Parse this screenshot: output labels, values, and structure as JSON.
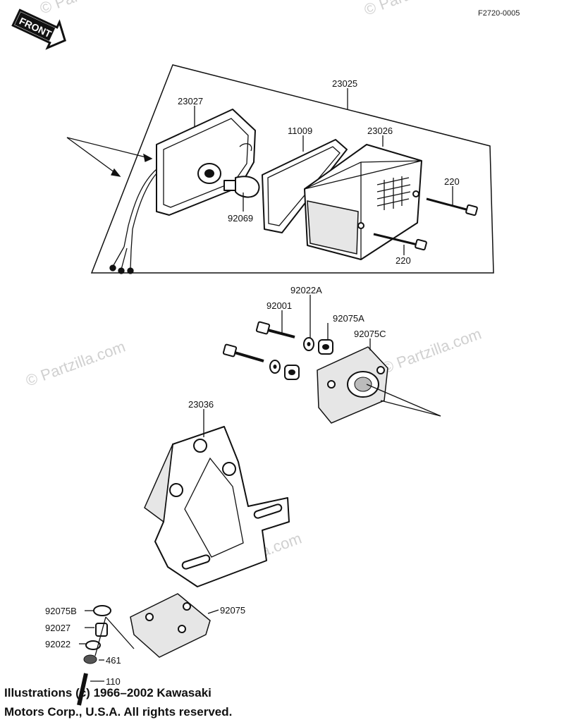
{
  "diagram_code": "F2720-0005",
  "front_badge": "FRONT",
  "watermarks": [
    "© Partzilla.com",
    "© Partzilla.com",
    "© Partzilla.com",
    "© Partzilla.com",
    "© Partzilla.com"
  ],
  "parts": [
    {
      "id": "p23027",
      "label": "23027"
    },
    {
      "id": "p23025",
      "label": "23025"
    },
    {
      "id": "p11009",
      "label": "11009"
    },
    {
      "id": "p23026",
      "label": "23026"
    },
    {
      "id": "p220a",
      "label": "220"
    },
    {
      "id": "p220b",
      "label": "220"
    },
    {
      "id": "p92069",
      "label": "92069"
    },
    {
      "id": "p92022A",
      "label": "92022A"
    },
    {
      "id": "p92001",
      "label": "92001"
    },
    {
      "id": "p92075A",
      "label": "92075A"
    },
    {
      "id": "p92075C",
      "label": "92075C"
    },
    {
      "id": "p23036",
      "label": "23036"
    },
    {
      "id": "p92075B",
      "label": "92075B"
    },
    {
      "id": "p92027",
      "label": "92027"
    },
    {
      "id": "p92022",
      "label": "92022"
    },
    {
      "id": "p461",
      "label": "461"
    },
    {
      "id": "p110",
      "label": "110"
    },
    {
      "id": "p92075",
      "label": "92075"
    }
  ],
  "copyright": {
    "line1": "Illustrations (c) 1966–2002 Kawasaki",
    "line2": "Motors Corp., U.S.A.  All rights reserved."
  }
}
